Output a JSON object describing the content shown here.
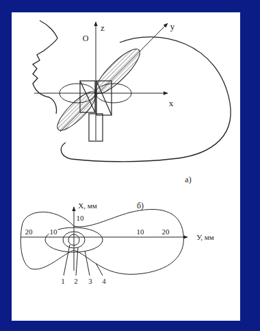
{
  "diagram": {
    "labels": [
      "z",
      "O",
      "y",
      "x",
      "а)",
      "X, мм",
      "10",
      "б)",
      "20",
      "10",
      "10",
      "20",
      "У, мм",
      "1",
      "2",
      "3",
      "4"
    ]
  }
}
